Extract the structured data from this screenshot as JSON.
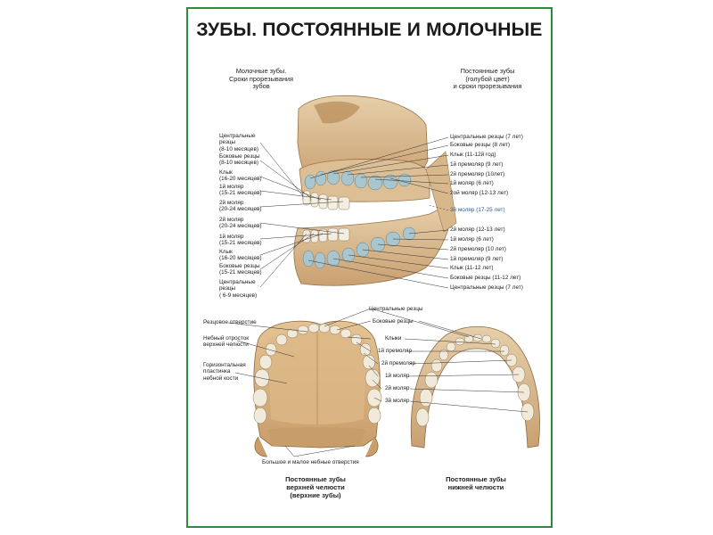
{
  "title": "ЗУБЫ. ПОСТОЯННЫЕ И МОЛОЧНЫЕ",
  "section_left": [
    "Молочные зубы.",
    "Сроки прорезывания",
    "зубов"
  ],
  "section_right": [
    "Постоянные зубы",
    "(голубой цвет)",
    "и сроки прорезывания"
  ],
  "left_labels": [
    [
      "Центральные",
      "резцы",
      "(8-10 месяцев)"
    ],
    [
      "Боковые резцы",
      "(8-10 месяцев)"
    ],
    [
      "Клык",
      "(16-20 месяцев)"
    ],
    [
      "1й моляр",
      "(15-21 месяцев)"
    ],
    [
      "2й моляр",
      "(20-24 месяцев)"
    ],
    [
      "2й моляр",
      "(20-24 месяцев)"
    ],
    [
      "1й моляр",
      "(15-21 месяцев)"
    ],
    [
      "Клык",
      "(16-20 месяцев)"
    ],
    [
      "Боковые резцы",
      "(15-21 месяцев)"
    ],
    [
      "Центральные",
      "резцы",
      "( 6-9 месяцев)"
    ]
  ],
  "right_labels": [
    "Центральные резцы (7 лет)",
    "Боковые резцы (8 лет)",
    "Клык (11-12й год)",
    "1й премоляр (9 лет)",
    "2й премоляр (10лет)",
    "1й моляр (6 лет)",
    "2ой моляр (12-13 лет)",
    "3й моляр (17-25 лет)",
    "2й моляр (12-13 лет)",
    "1й моляр (6 лет)",
    "2й премоляр (10 лет)",
    "1й премоляр (9 лет)",
    "Клык (11-12 лет)",
    "Боковые резцы (11-12 лет)",
    "Центральные резцы (7 лет)"
  ],
  "bottom_left_labels": [
    "Резцовое отверстие",
    "Небный отросток\nверхней челюсти",
    "Горизонтальная\nпластинка\nнебной кости"
  ],
  "bottom_center_labels": [
    "Центральные резцы",
    "Боковые резцы",
    "Клыки",
    "1й премоляр",
    "2й премоляр",
    "1й моляр",
    "2й моляр",
    "3й моляр"
  ],
  "bottom_foramen": "Большое и малое небные отверстия",
  "caption_upper": [
    "Постоянные зубы",
    "верхней челюсти",
    "(верхние зубы)"
  ],
  "caption_lower": [
    "Постоянные зубы",
    "нижней челюсти"
  ],
  "colors": {
    "border": "#2e8b3e",
    "bone": "#d9b98e",
    "bone_dark": "#b48a5c",
    "tooth": "#f3ecdf",
    "permanent_tooth": "#a9c6cf",
    "label_blue": "#2a5f98"
  }
}
